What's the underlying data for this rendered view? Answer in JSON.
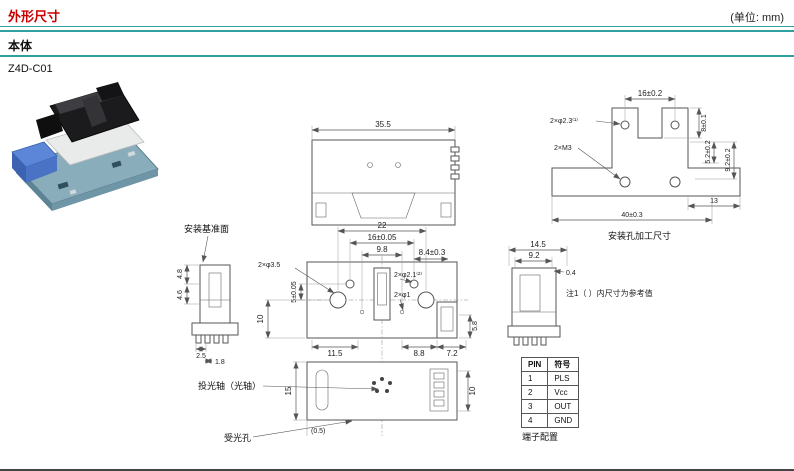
{
  "header": {
    "title": "外形尺寸",
    "unit": "(单位: mm)"
  },
  "section": {
    "title": "本体"
  },
  "model": "Z4D-C01",
  "labels": {
    "mounting_ref": "安装基准面",
    "optical_axis": "投光轴（光轴）",
    "receiver_hole": "受光孔",
    "mounting_holes_title": "安装孔加工尺寸",
    "terminal_config": "端子配置",
    "note1": "注1（ ）内尺寸为参考值"
  },
  "dims": {
    "top_width": "35.5",
    "fv_22": "22",
    "fv_16": "16±0.05",
    "fv_98": "9.8",
    "fv_5": "5±0.05",
    "fv_holes35": "2×φ3.5",
    "fv_84": "8.4±0.3",
    "fv_holes21": "2×φ2.1⁽²⁾",
    "fv_holes1": "2×φ1",
    "fv_115": "11.5",
    "fv_88": "8.8",
    "fv_72": "7.2",
    "fv_58": "5.8",
    "fv_10": "10",
    "bv_15": "15",
    "bv_10": "10",
    "bv_05": "(0.5)",
    "lv_48": "4.8",
    "lv_46": "4.6",
    "lv_25": "2.5",
    "lv_18": "1.8",
    "rv_145": "14.5",
    "rv_92": "9.2",
    "rv_04": "0.4",
    "mh_16": "16±0.2",
    "mh_8": "8±0.1",
    "mh_23": "2×φ2.3⁽¹⁾",
    "mh_m3": "2×M3",
    "mh_52": "5.2±0.2",
    "mh_92": "9.2±0.2",
    "mh_40": "40±0.3",
    "mh_13": "13"
  },
  "pin_table": {
    "headers": [
      "PIN",
      "符号"
    ],
    "rows": [
      [
        "1",
        "PLS"
      ],
      [
        "2",
        "Vcc"
      ],
      [
        "3",
        "OUT"
      ],
      [
        "4",
        "GND"
      ]
    ]
  }
}
